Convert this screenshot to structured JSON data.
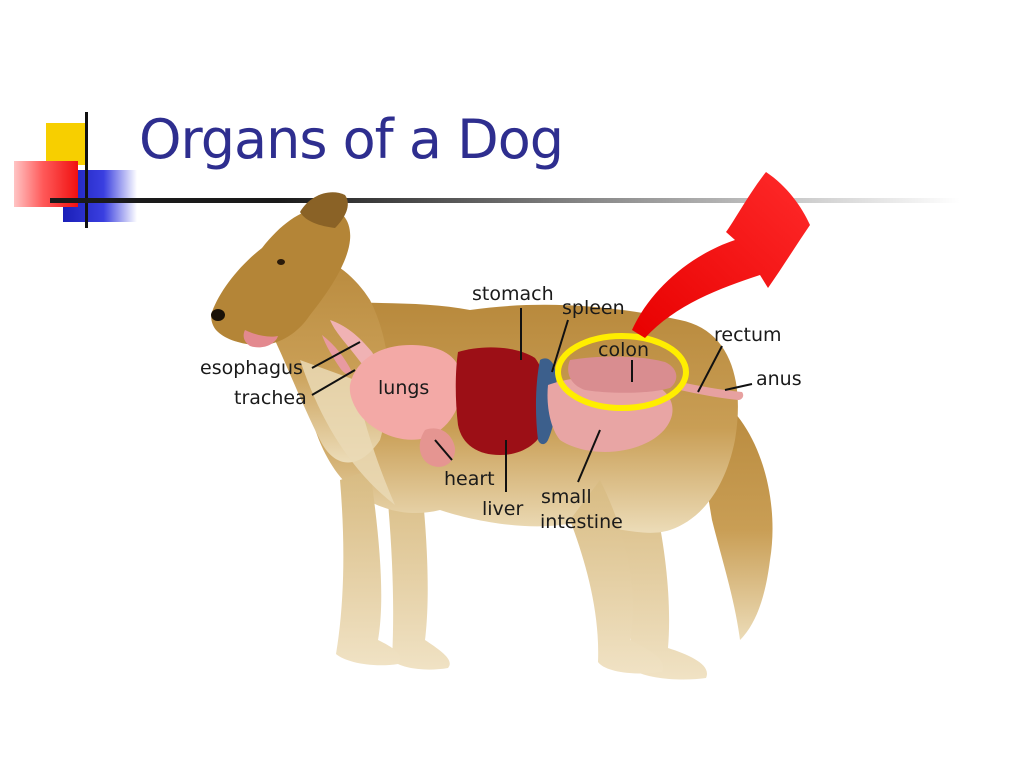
{
  "slide": {
    "title": "Organs of a Dog"
  },
  "colors": {
    "title": "#2e2e8f",
    "highlight_ring": "#ffee00",
    "arrow": "#ff0a0a",
    "accent_yellow": "#f7cf00",
    "accent_blue": "#2a2fd0",
    "accent_red": "#ff3a3a"
  },
  "diagram": {
    "highlighted_organ": "colon",
    "labels": {
      "esophagus": "esophagus",
      "trachea": "trachea",
      "lungs": "lungs",
      "stomach": "stomach",
      "spleen": "spleen",
      "colon": "colon",
      "rectum": "rectum",
      "anus": "anus",
      "heart": "heart",
      "liver": "liver",
      "small_intestine_1": "small",
      "small_intestine_2": "intestine"
    }
  }
}
